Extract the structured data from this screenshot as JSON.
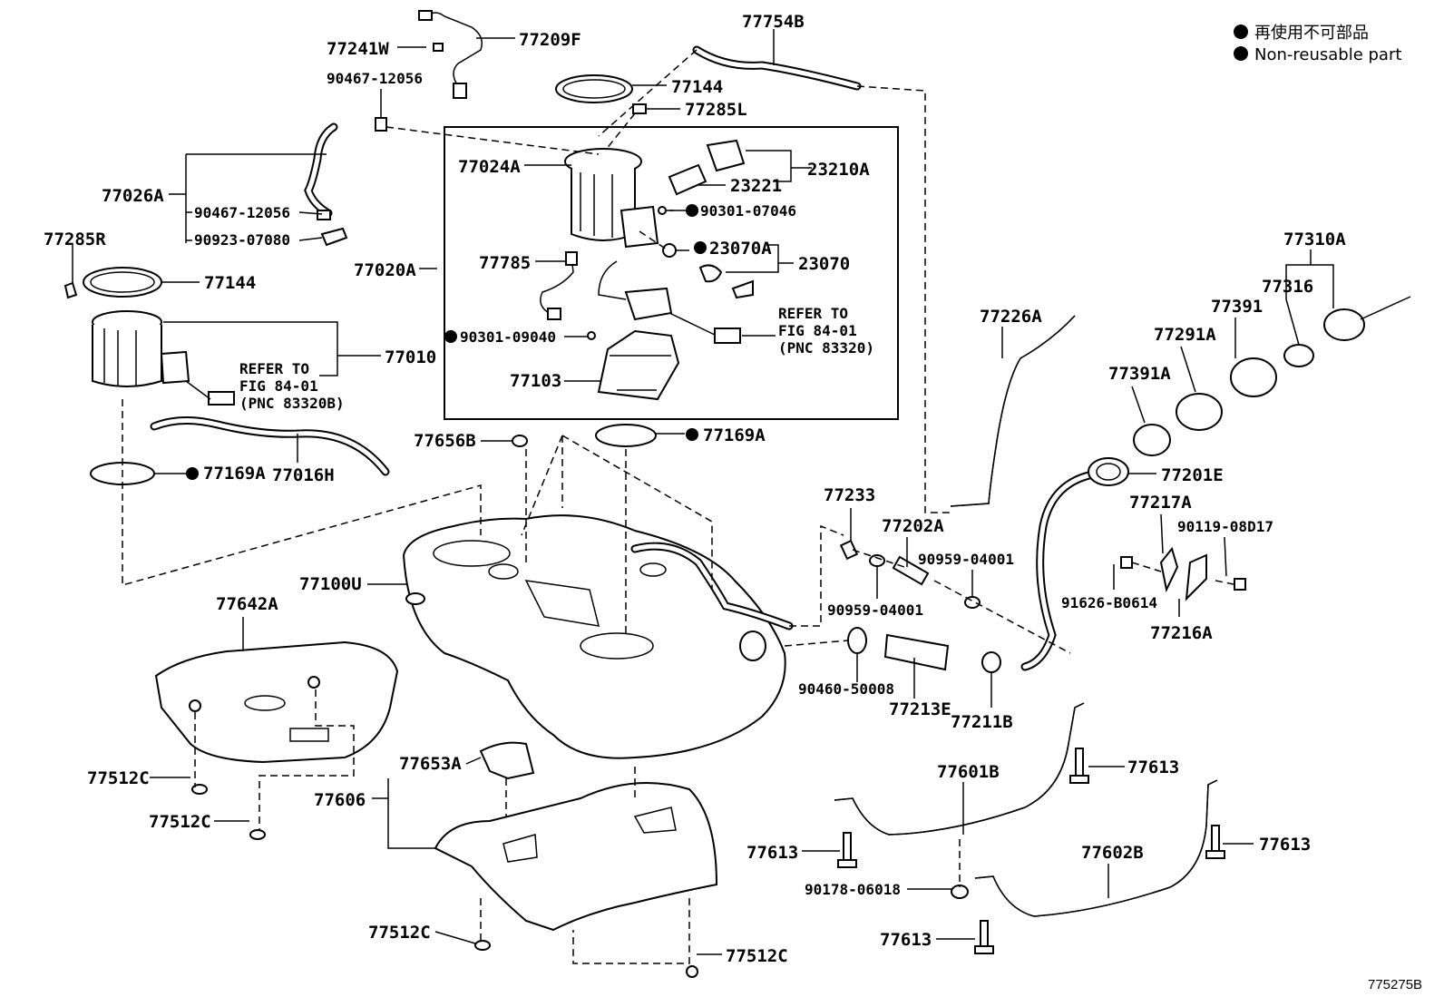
{
  "legend": {
    "line1": "再使用不可部品",
    "line2": "Non-reusable part"
  },
  "labels": {
    "p77754B": "77754B",
    "p77241W": "77241W",
    "p77209F": "77209F",
    "p90467_top": "90467-12056",
    "p77144_top": "77144",
    "p77285L": "77285L",
    "p77024A": "77024A",
    "p23210A": "23210A",
    "p23221": "23221",
    "p90301_07046": "90301-07046",
    "p77026A": "77026A",
    "p90467_mid": "90467-12056",
    "p90923": "90923-07080",
    "p77285R": "77285R",
    "p77144_left": "77144",
    "p77020A": "77020A",
    "p77785": "77785",
    "p23070A": "23070A",
    "p23070": "23070",
    "p77010": "77010",
    "ref1_l1": "REFER TO",
    "ref1_l2": "FIG 84-01",
    "ref1_l3": "(PNC 83320B)",
    "p90301_09040": "90301-09040",
    "ref2_l1": "REFER TO",
    "ref2_l2": "FIG 84-01",
    "ref2_l3": "(PNC 83320)",
    "p77103": "77103",
    "p77310A": "77310A",
    "p77316": "77316",
    "p77391": "77391",
    "p77226A": "77226A",
    "p77291A": "77291A",
    "p77391A": "77391A",
    "p77169A_left": "77169A",
    "p77016H": "77016H",
    "p77656B": "77656B",
    "p77169A_mid": "77169A",
    "p77201E": "77201E",
    "p77233": "77233",
    "p77202A": "77202A",
    "p77217A": "77217A",
    "p90119": "90119-08D17",
    "p90959_a": "90959-04001",
    "p77100U": "77100U",
    "p77642A": "77642A",
    "p90959_b": "90959-04001",
    "p91626": "91626-B0614",
    "p77216A": "77216A",
    "p90460": "90460-50008",
    "p77213E": "77213E",
    "p77211B": "77211B",
    "p77512C_a": "77512C",
    "p77653A": "77653A",
    "p77601B": "77601B",
    "p77613_a": "77613",
    "p77606": "77606",
    "p77512C_b": "77512C",
    "p77613_b": "77613",
    "p77602B": "77602B",
    "p77613_c": "77613",
    "p90178": "90178-06018",
    "p77512C_c": "77512C",
    "p77613_d": "77613",
    "p77512C_d": "77512C"
  },
  "figure_code": "775275B",
  "colors": {
    "ink": "#000000",
    "paper": "#ffffff"
  }
}
